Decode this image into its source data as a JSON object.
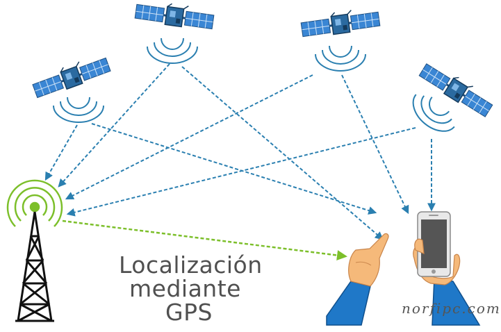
{
  "diagram": {
    "title_lines": [
      "Localización",
      "mediante",
      "GPS"
    ],
    "watermark": "norfipc.com",
    "colors": {
      "signal_arrow": "#2a7fb0",
      "tower_to_hand_arrow": "#7cbf2a",
      "tower_rings": "#7cbf2a",
      "satellite_panel": "#3a86d4",
      "satellite_body": "#2b6aa0",
      "skin": "#f5b97a",
      "sleeve": "#1f78c8",
      "phone_frame": "#e8e8e8",
      "phone_screen": "#555555"
    },
    "nodes": [
      {
        "id": "satellite-1",
        "icon": "satellite-icon"
      },
      {
        "id": "satellite-2",
        "icon": "satellite-icon"
      },
      {
        "id": "satellite-3",
        "icon": "satellite-icon"
      },
      {
        "id": "satellite-4",
        "icon": "satellite-icon"
      },
      {
        "id": "cell-tower",
        "icon": "cell-tower-icon"
      },
      {
        "id": "pointing-hand",
        "icon": "pointing-hand-icon"
      },
      {
        "id": "hand-with-phone",
        "icon": "smartphone-icon"
      }
    ]
  }
}
